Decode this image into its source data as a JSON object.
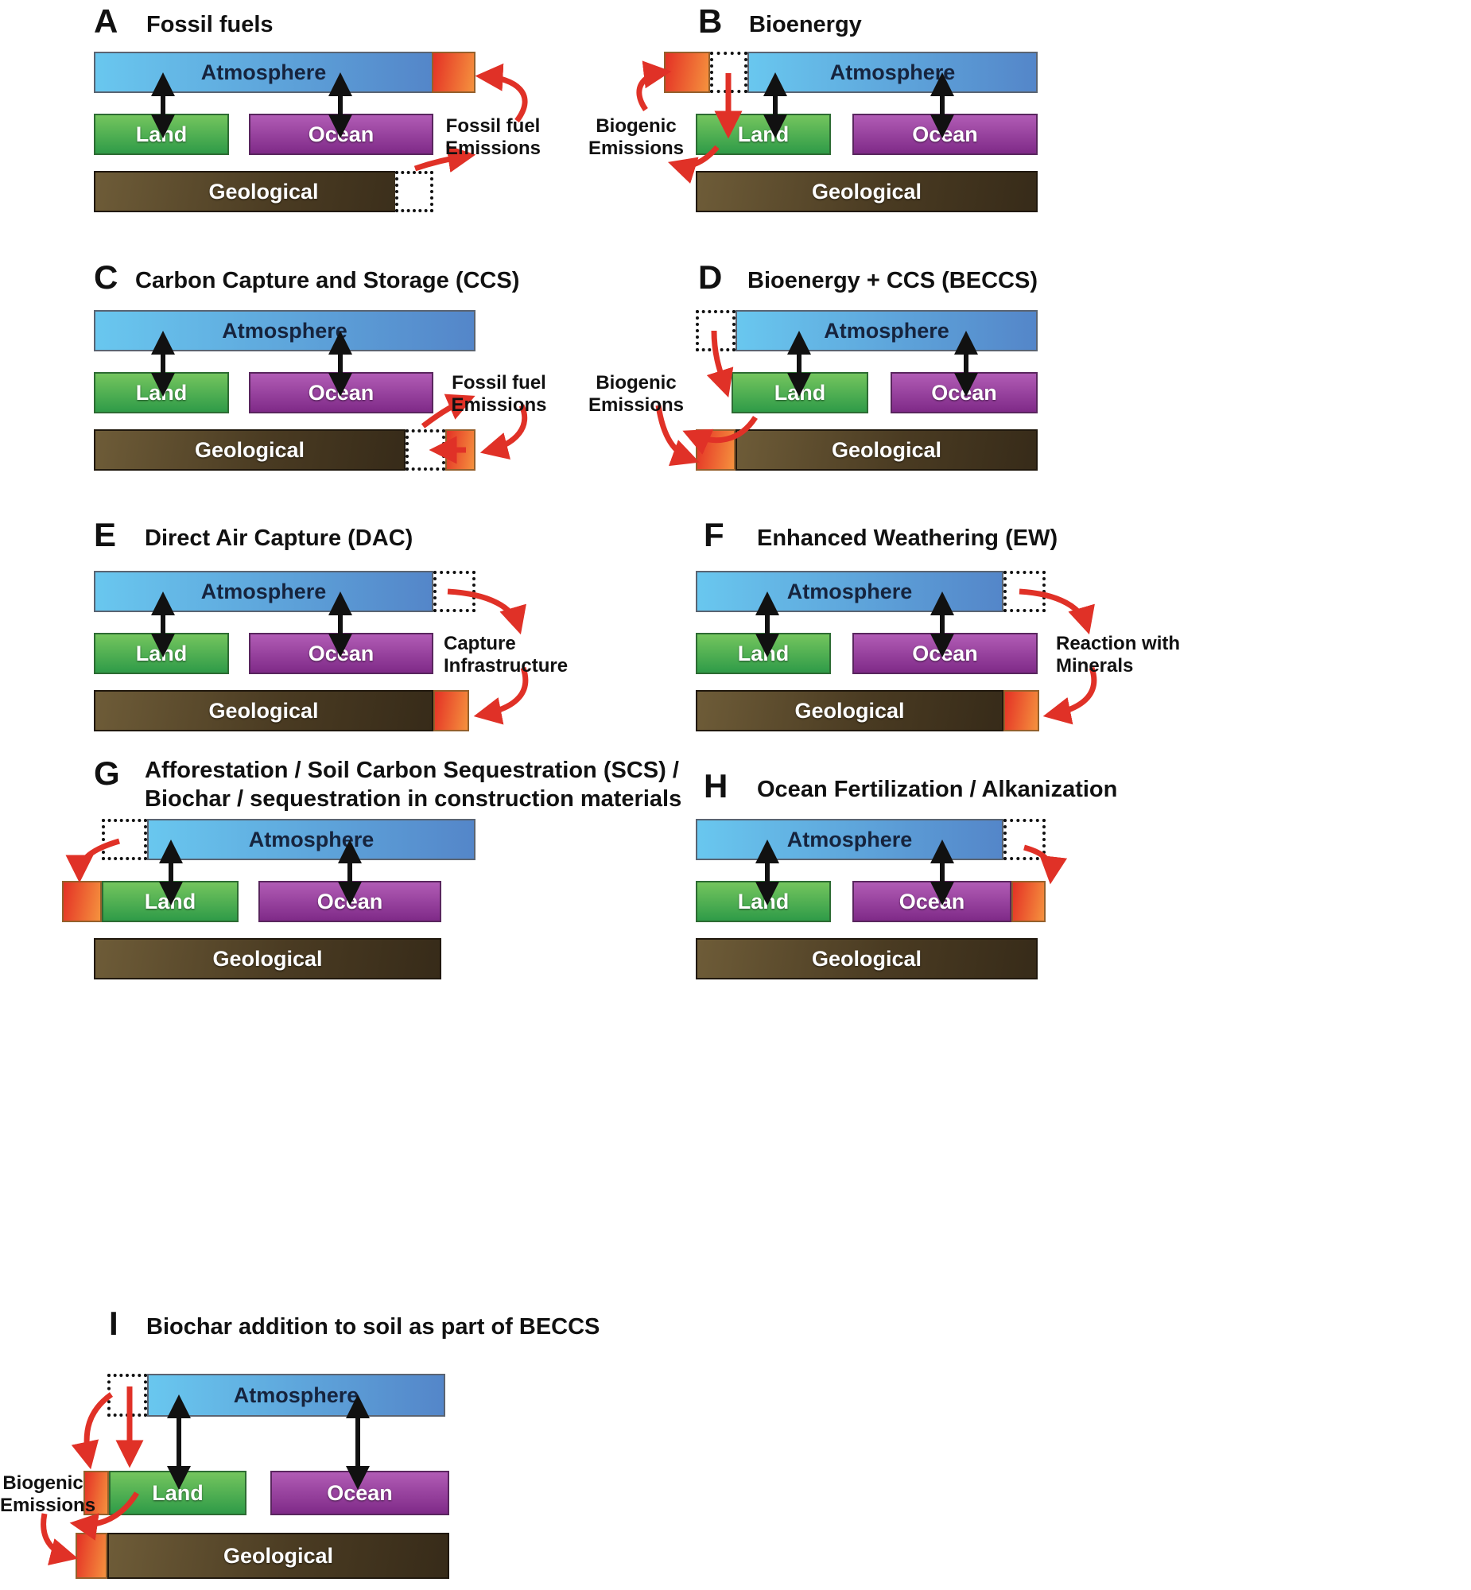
{
  "bar_labels": {
    "atmosphere": "Atmosphere",
    "land": "Land",
    "ocean": "Ocean",
    "geological": "Geological"
  },
  "annotations": {
    "fossil": {
      "line1": "Fossil fuel",
      "line2": "Emissions"
    },
    "biogenic": {
      "line1": "Biogenic",
      "line2": "Emissions"
    },
    "capture": {
      "line1": "Capture",
      "line2": "Infrastructure"
    },
    "minerals": {
      "line1": "Reaction with",
      "line2": "Minerals"
    }
  },
  "panels": {
    "a": {
      "letter": "A",
      "title": "Fossil fuels"
    },
    "b": {
      "letter": "B",
      "title": "Bioenergy"
    },
    "c": {
      "letter": "C",
      "title": "Carbon Capture and Storage (CCS)"
    },
    "d": {
      "letter": "D",
      "title": "Bioenergy + CCS (BECCS)"
    },
    "e": {
      "letter": "E",
      "title": "Direct Air Capture (DAC)"
    },
    "f": {
      "letter": "F",
      "title": "Enhanced Weathering (EW)"
    },
    "g": {
      "letter": "G",
      "title_line1": "Afforestation / Soil Carbon Sequestration (SCS) /",
      "title_line2": "Biochar / sequestration in construction materials"
    },
    "h": {
      "letter": "H",
      "title": "Ocean Fertilization / Alkanization"
    },
    "i": {
      "letter": "I",
      "title": "Biochar addition to soil as part of BECCS"
    }
  },
  "colors": {
    "atmosphere_gradient": [
      "#69c7ef",
      "#5486c9"
    ],
    "land_gradient": [
      "#74c55e",
      "#2f9b48"
    ],
    "ocean_gradient": [
      "#b15cb5",
      "#7f2a88"
    ],
    "geological_gradient": [
      "#6e5c38",
      "#372b19"
    ],
    "flux_orange_gradient": [
      "#e43125",
      "#f5923e"
    ],
    "red_arrow": "#e03127",
    "black_arrow": "#111111"
  }
}
